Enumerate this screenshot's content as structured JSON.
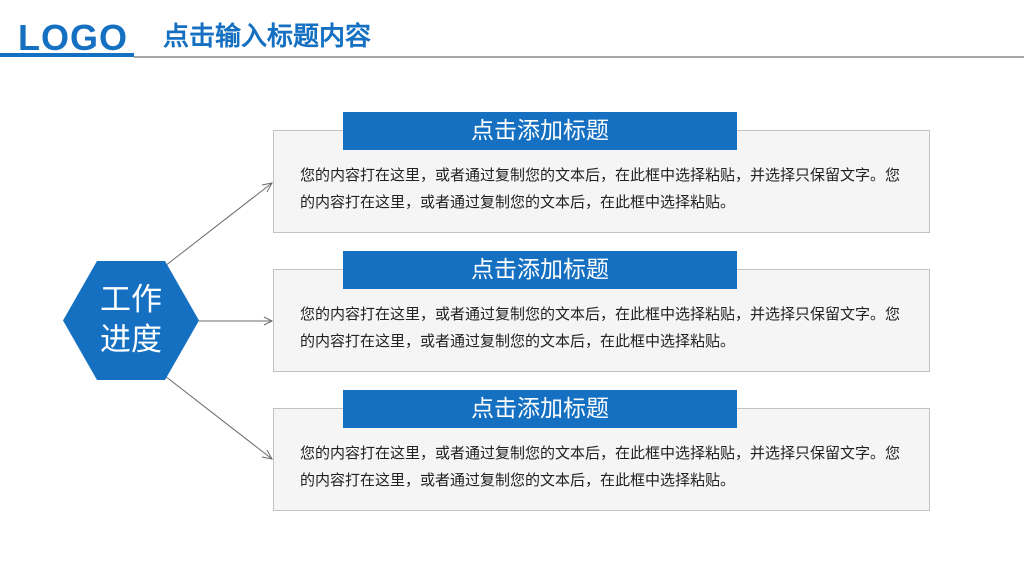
{
  "header": {
    "logo": "LOGO",
    "title": "点击输入标题内容"
  },
  "center": {
    "label_line1": "工作",
    "label_line2": "进度"
  },
  "cards": [
    {
      "title": "点击添加标题",
      "text": "您的内容打在这里，或者通过复制您的文本后，在此框中选择粘贴，并选择只保留文字。您的内容打在这里，或者通过复制您的文本后，在此框中选择粘贴。"
    },
    {
      "title": "点击添加标题",
      "text": "您的内容打在这里，或者通过复制您的文本后，在此框中选择粘贴，并选择只保留文字。您的内容打在这里，或者通过复制您的文本后，在此框中选择粘贴。"
    },
    {
      "title": "点击添加标题",
      "text": "您的内容打在这里，或者通过复制您的文本后，在此框中选择粘贴，并选择只保留文字。您的内容打在这里，或者通过复制您的文本后，在此框中选择粘贴。"
    }
  ],
  "colors": {
    "accent": "#1570c2",
    "card_bg": "#f5f5f5",
    "card_border": "#c2c2c2",
    "rule_gray": "#a6a6a6"
  }
}
